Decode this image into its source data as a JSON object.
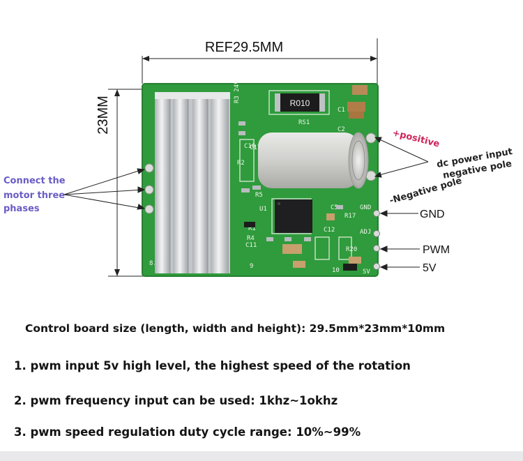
{
  "dimensions": {
    "width_label": "REF29.5MM",
    "height_label": "23MM"
  },
  "annotations": {
    "motor_phases": [
      "Connect the",
      "motor three",
      "phases"
    ],
    "positive": "+positive",
    "dc_input": [
      "dc power input",
      "negative pole"
    ],
    "negative_pole": "-Negative pole"
  },
  "pins": {
    "gnd": "GND",
    "pwm": "PWM",
    "v5": "5V"
  },
  "board": {
    "resistor": "R010",
    "silk": [
      "R3 24V",
      "C1",
      "C2",
      "RS1",
      "C16",
      "C17",
      "R2",
      "R5",
      "U1",
      "R1",
      "C5",
      "R17",
      "C11",
      "C12",
      "R4",
      "R20",
      "ADJ",
      "GND",
      "9",
      "10",
      "SV",
      "8.4U"
    ]
  },
  "specs": {
    "size": "Control board size (length, width and height): 29.5mm*23mm*10mm",
    "item1": "1. pwm input 5v high level, the highest speed of the rotation",
    "item2": "2. pwm frequency input can be used: 1khz~1okhz",
    "item3": "3. pwm speed regulation duty cycle range: 10%~99%"
  },
  "colors": {
    "pcb": "#2f9b3c",
    "heatsink": "#d6d8da",
    "capacitor": "#c9c9c7",
    "annotation_blue": "#6a5cc4",
    "annotation_red": "#d0245a"
  }
}
